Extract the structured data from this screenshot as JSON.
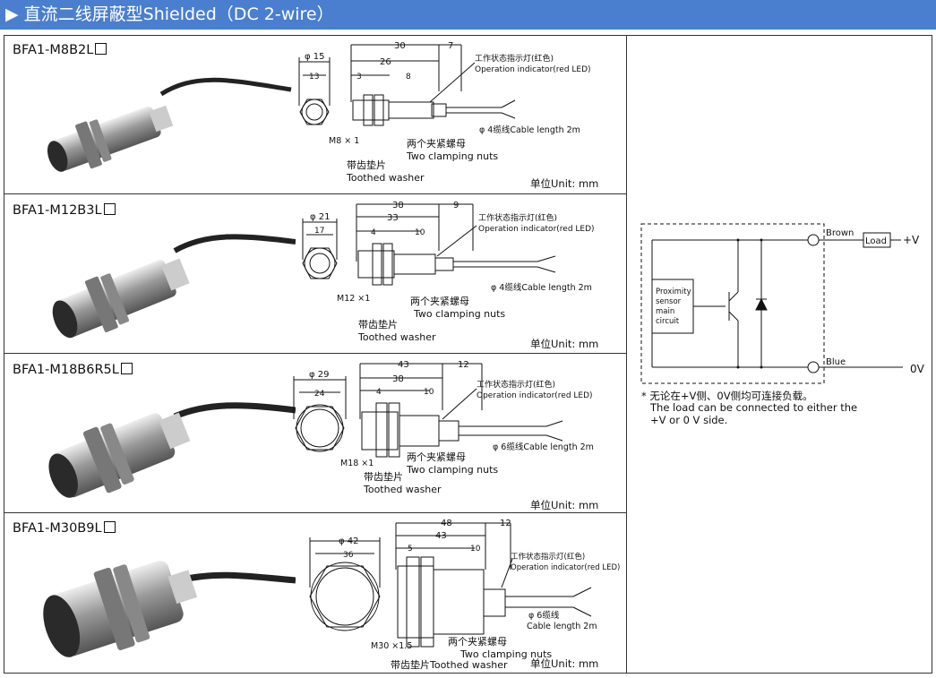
{
  "header": {
    "title": "▶ 直流二线屏蔽型Shielded（DC 2-wire）"
  },
  "sensors": [
    {
      "model": "BFA1-M8B2L",
      "dims": {
        "phi_outer": "φ 15",
        "width": "13",
        "len_total": "30",
        "len_body": "26",
        "len_tail": "7",
        "len_a": "3",
        "len_b": "8",
        "thread": "M8 × 1"
      },
      "cable": "φ 4缆线Cable length 2m",
      "indicator_cn": "工作状态指示灯(红色)",
      "indicator_en": "Operation indicator(red LED)",
      "nuts_cn": "两个夹紧螺母",
      "nuts_en": "Two clamping nuts",
      "washer_cn": "带齿垫片",
      "washer_en": "Toothed washer",
      "unit": "单位Unit: mm"
    },
    {
      "model": "BFA1-M12B3L",
      "dims": {
        "phi_outer": "φ 21",
        "width": "17",
        "len_total": "38",
        "len_body": "33",
        "len_tail": "9",
        "len_a": "4",
        "len_b": "10",
        "thread": "M12 ×1"
      },
      "cable": "φ 4缆线Cable length 2m",
      "indicator_cn": "工作状态指示灯(红色)",
      "indicator_en": "Operation indicator(red LED)",
      "nuts_cn": "两个夹紧螺母",
      "nuts_en": "Two clamping nuts",
      "washer_cn": "带齿垫片",
      "washer_en": "Toothed washer",
      "unit": "单位Unit: mm"
    },
    {
      "model": "BFA1-M18B6R5L",
      "dims": {
        "phi_outer": "φ 29",
        "width": "24",
        "len_total": "43",
        "len_body": "38",
        "len_tail": "12",
        "len_a": "4",
        "len_b": "10",
        "thread": "M18 ×1"
      },
      "cable": "φ 6缆线Cable length 2m",
      "indicator_cn": "工作状态指示灯(红色)",
      "indicator_en": "Operation indicator(red LED)",
      "nuts_cn": "两个夹紧螺母",
      "nuts_en": "Two clamping nuts",
      "washer_cn": "带齿垫片",
      "washer_en": "Toothed washer",
      "unit": "单位Unit: mm"
    },
    {
      "model": "BFA1-M30B9L",
      "dims": {
        "phi_outer": "φ 42",
        "width": "36",
        "len_total": "48",
        "len_body": "43",
        "len_tail": "12",
        "len_a": "5",
        "len_b": "10",
        "thread": "M30 ×1.5"
      },
      "cable": "φ 6缆线",
      "cable2": "Cable length 2m",
      "indicator_cn": "工作状态指示灯(红色)",
      "indicator_en": "Operation indicator(red LED)",
      "nuts_cn": "两个夹紧螺母",
      "nuts_en": "Two clamping nuts",
      "washer_cn": "带齿垫片Toothed washer",
      "unit": "单位Unit: mm"
    }
  ],
  "circuit": {
    "brown": "Brown",
    "blue": "Blue",
    "load": "Load",
    "plus_v": "+V",
    "zero_v": "0V",
    "block_l1": "Proximity",
    "block_l2": "sensor",
    "block_l3": "main",
    "block_l4": "circuit",
    "note_cn": "* 无论在+V侧、0V侧均可连接负载。",
    "note_en1": "The load can be connected to either the",
    "note_en2": "+V or 0 V side."
  }
}
